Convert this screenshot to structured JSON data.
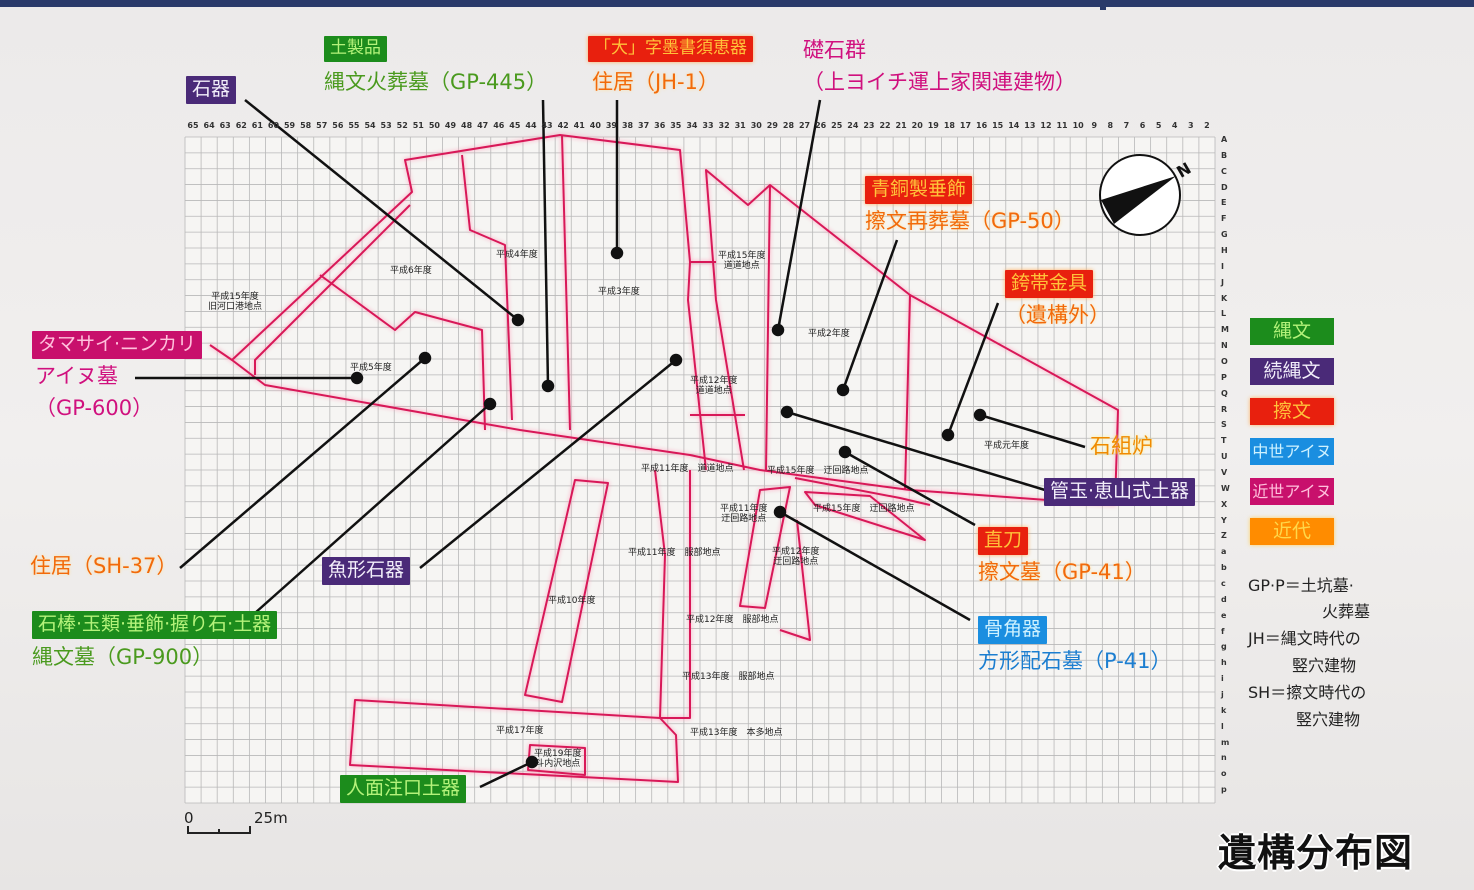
{
  "title": "遺構分布図",
  "grid": {
    "columns": [
      "65",
      "64",
      "63",
      "62",
      "61",
      "60",
      "59",
      "58",
      "57",
      "56",
      "55",
      "54",
      "53",
      "52",
      "51",
      "50",
      "49",
      "48",
      "47",
      "46",
      "45",
      "44",
      "43",
      "42",
      "41",
      "40",
      "39",
      "38",
      "37",
      "36",
      "35",
      "34",
      "33",
      "32",
      "31",
      "30",
      "29",
      "28",
      "27",
      "26",
      "25",
      "24",
      "23",
      "22",
      "21",
      "20",
      "19",
      "18",
      "17",
      "16",
      "15",
      "14",
      "13",
      "12",
      "11",
      "10",
      "9",
      "8",
      "7",
      "6",
      "5",
      "4",
      "3",
      "2"
    ],
    "rows": [
      "A",
      "B",
      "C",
      "D",
      "E",
      "F",
      "G",
      "H",
      "I",
      "J",
      "K",
      "L",
      "M",
      "N",
      "O",
      "P",
      "Q",
      "R",
      "S",
      "T",
      "U",
      "V",
      "W",
      "X",
      "Y",
      "Z",
      "a",
      "b",
      "c",
      "d",
      "e",
      "f",
      "g",
      "h",
      "i",
      "j",
      "k",
      "l",
      "m",
      "n",
      "o",
      "p"
    ]
  },
  "compass": {
    "label": "N"
  },
  "scale": {
    "zero": "0",
    "max": "25m"
  },
  "callouts": {
    "doseihin": {
      "tag": "土製品",
      "text": "縄文火葬墓（GP-445）"
    },
    "sekki": {
      "tag": "石器"
    },
    "sueki": {
      "tag": "「大」字墨書須恵器",
      "text": "住居（JH-1）"
    },
    "soseki": {
      "line1": "礎石群",
      "line2": "（上ヨイチ運上家関連建物）"
    },
    "seido": {
      "tag": "青銅製垂飾",
      "text": "擦文再葬墓（GP-50）"
    },
    "kataikanagu": {
      "tag": "銙帯金具",
      "text": "（遺構外）"
    },
    "tamasai": {
      "tag": "タマサイ·ニンカリ",
      "line1": "アイヌ墓",
      "line2": "（GP-600）"
    },
    "ishigumiro": {
      "text": "石組炉"
    },
    "kudatama": {
      "tag": "管玉·恵山式土器"
    },
    "chokuto": {
      "tag": "直刀",
      "text": "擦文墓（GP-41）"
    },
    "kotsukaku": {
      "tag": "骨角器",
      "text": "方形配石墓（P-41）"
    },
    "jukyo_sh": {
      "text": "住居（SH-37）"
    },
    "gyokei": {
      "tag": "魚形石器"
    },
    "sekibo": {
      "tag": "石棒·玉類·垂飾·握り石·土器",
      "text": "縄文墓（GP-900）"
    },
    "jinmen": {
      "tag": "人面注口土器"
    }
  },
  "areas": [
    "平成15年度\n旧河口港地点",
    "平成6年度",
    "平成4年度",
    "平成3年度",
    "平成5年度",
    "平成15年度\n道道地点",
    "平成2年度",
    "平成12年度\n道道地点",
    "平成元年度",
    "平成11年度　道道地点",
    "平成15年度　迂回路地点",
    "平成11年度\n迂回路地点",
    "平成15年度　迂回路地点",
    "平成11年度　服部地点",
    "平成12年度\n迂回路地点",
    "平成10年度",
    "平成12年度　服部地点",
    "平成13年度　服部地点",
    "平成17年度",
    "平成13年度　本多地点",
    "平成19年度\n斗内沢地点"
  ],
  "legend": [
    {
      "label": "縄文",
      "color": "#1c8c1c"
    },
    {
      "label": "続縄文",
      "color": "#4a2a78"
    },
    {
      "label": "擦文",
      "color": "#e8200e"
    },
    {
      "label": "中世アイヌ",
      "color": "#1a8ee0"
    },
    {
      "label": "近世アイヌ",
      "color": "#c8106c"
    },
    {
      "label": "近代",
      "color": "#ff8c00"
    }
  ],
  "notes": [
    "GP·P＝土坑墓·",
    "火葬墓",
    "JH＝縄文時代の",
    "竪穴建物",
    "SH＝擦文時代の",
    "竪穴建物"
  ],
  "colors": {
    "boundary": "#d81858",
    "grid": "#b8b8b8",
    "callout_line": "#111111"
  }
}
